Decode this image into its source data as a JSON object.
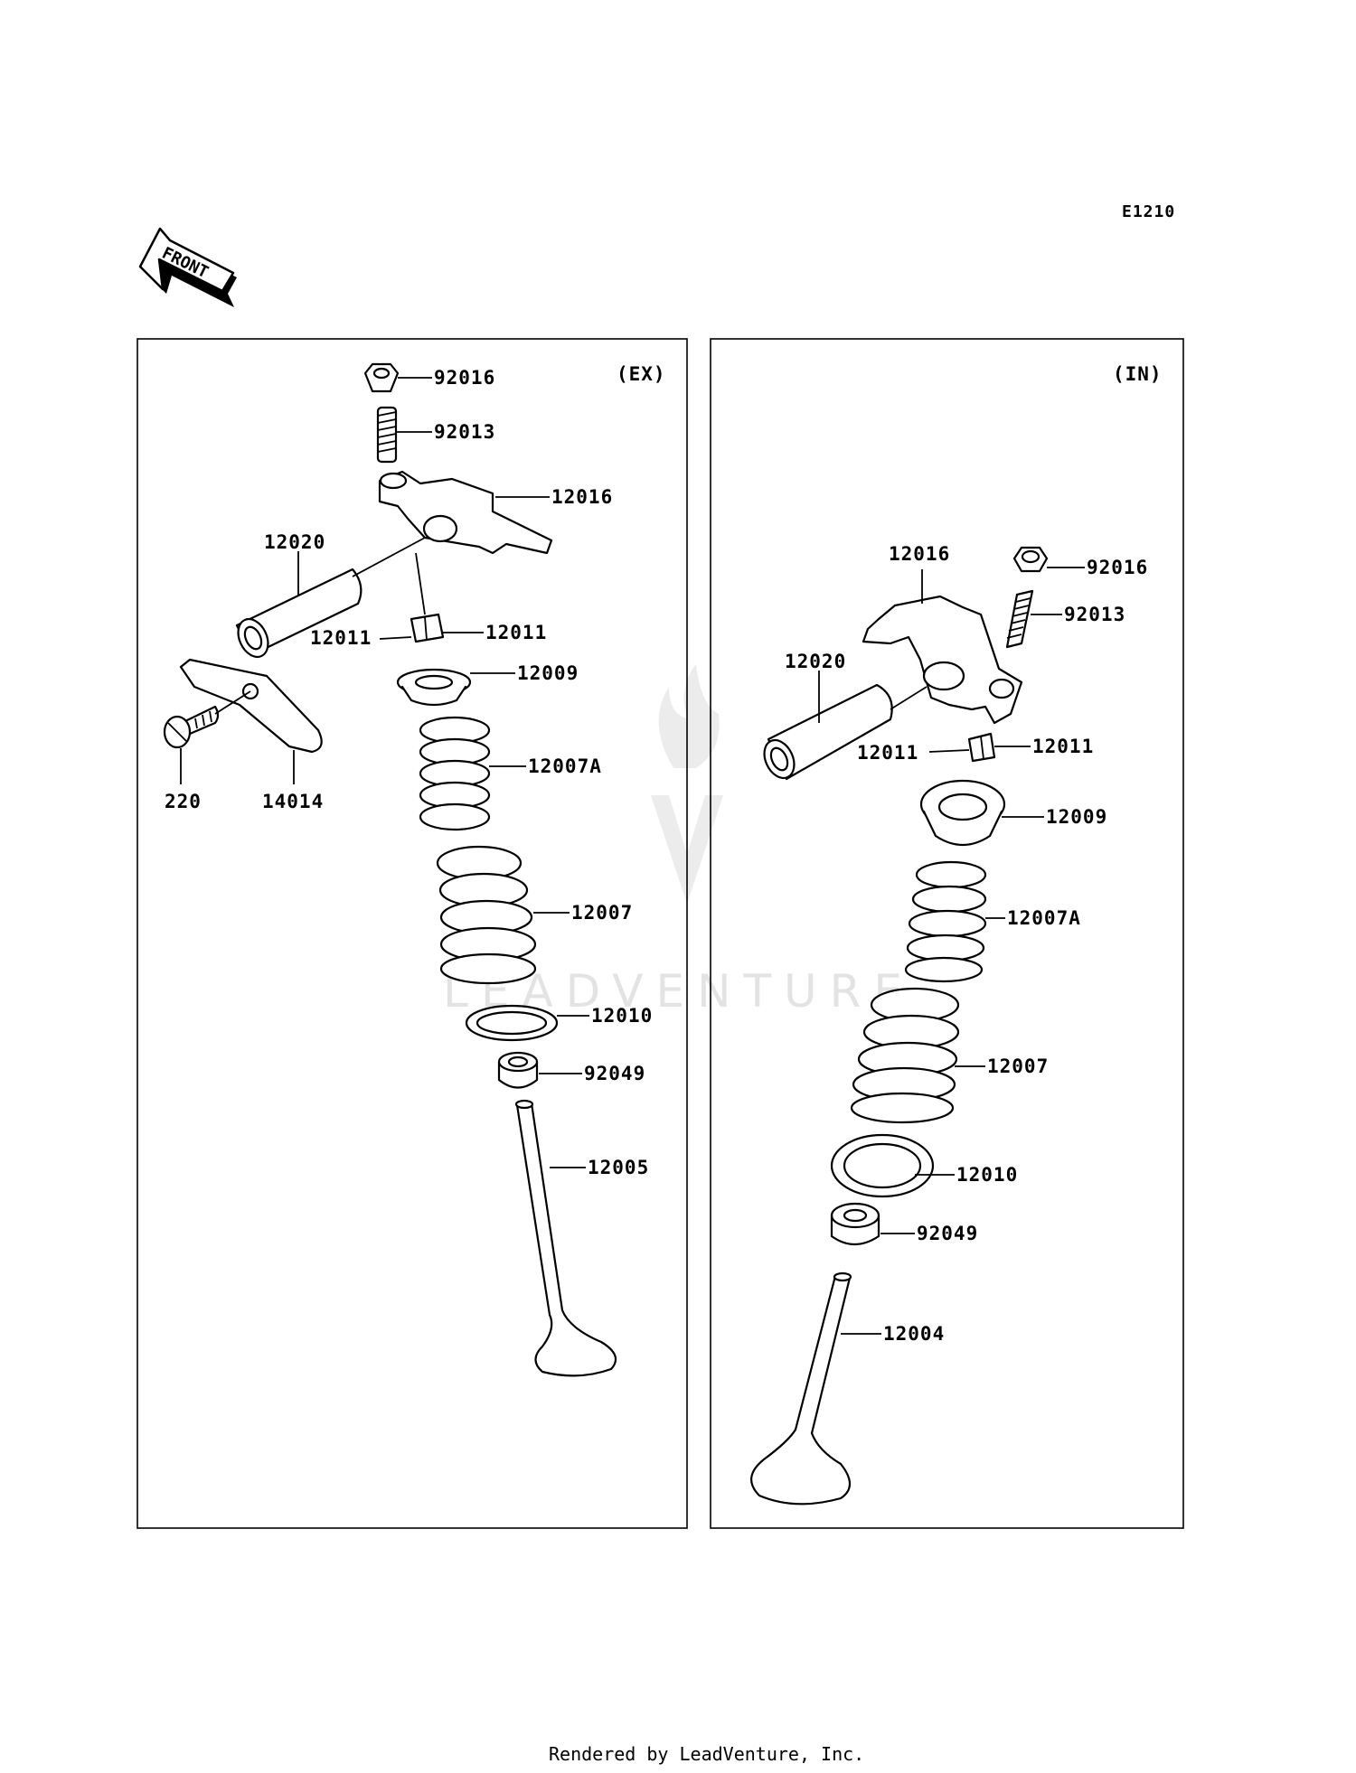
{
  "diagram_code": "E1210",
  "front_arrow_text": "FRONT",
  "watermark": "LEADVENTURE",
  "footer": "Rendered by LeadVenture, Inc.",
  "panels": {
    "exhaust": {
      "title": "(EX)",
      "labels": {
        "nut": "92016",
        "adjusting_screw": "92013",
        "rocker_arm": "12016",
        "shaft": "12020",
        "collet_left": "12011",
        "collet_right": "12011",
        "retainer": "12009",
        "inner_spring": "12007A",
        "outer_spring": "12007",
        "spring_seat": "12010",
        "oil_seal": "92049",
        "valve": "12005",
        "bolt": "220",
        "plate": "14014"
      }
    },
    "intake": {
      "title": "(IN)",
      "labels": {
        "rocker_arm": "12016",
        "nut": "92016",
        "adjusting_screw": "92013",
        "shaft": "12020",
        "collet_left": "12011",
        "collet_right": "12011",
        "retainer": "12009",
        "inner_spring": "12007A",
        "outer_spring": "12007",
        "spring_seat": "12010",
        "oil_seal": "92049",
        "valve": "12004"
      }
    }
  }
}
